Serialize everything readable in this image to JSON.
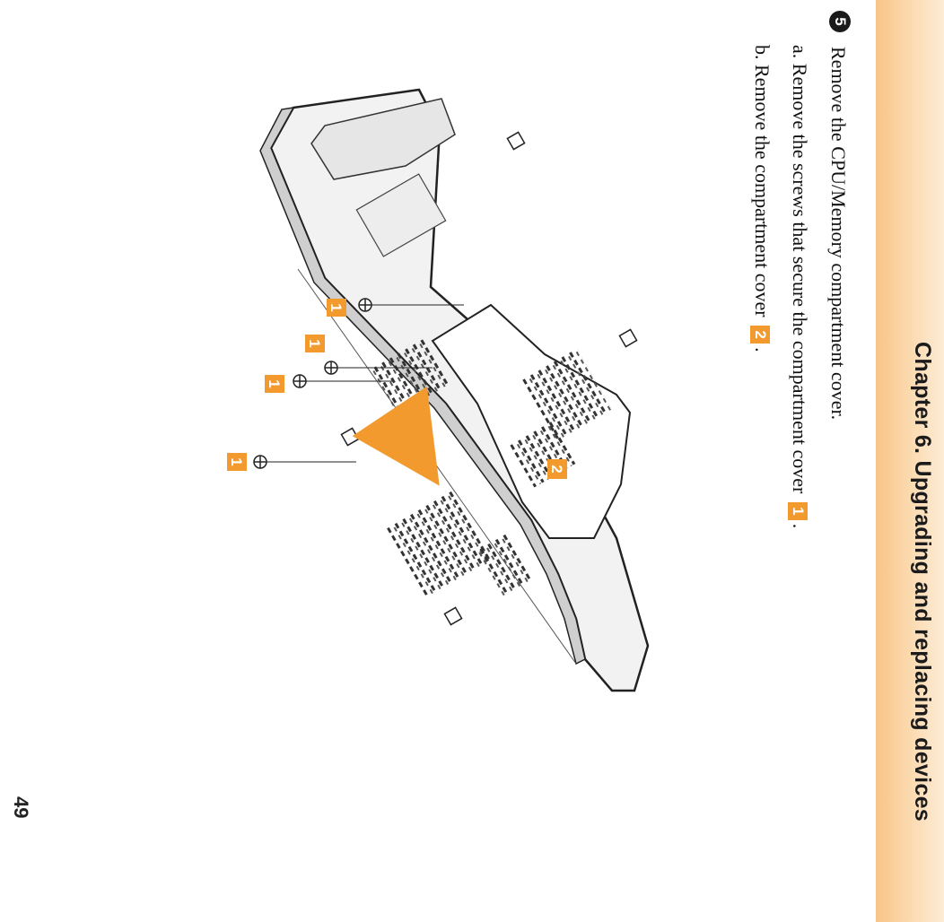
{
  "header": {
    "chapter_title": "Chapter 6. Upgrading and replacing devices",
    "band_colors": [
      "#fdecd6",
      "#f8c487"
    ]
  },
  "page_number": "49",
  "step": {
    "number": "5",
    "title": "Remove the CPU/Memory compartment cover.",
    "sub_a_text": "a. Remove the screws that secure the compartment cover",
    "sub_a_callout": "1",
    "sub_a_end": ".",
    "sub_b_text": "b. Remove the compartment cover",
    "sub_b_callout": "2",
    "sub_b_end": "."
  },
  "illustration": {
    "callouts": [
      "1",
      "1",
      "1",
      "1",
      "2"
    ],
    "accent_color": "#f29a2e",
    "icons": [
      "screw-icon",
      "arrow-icon",
      "laptop-bottom"
    ]
  }
}
